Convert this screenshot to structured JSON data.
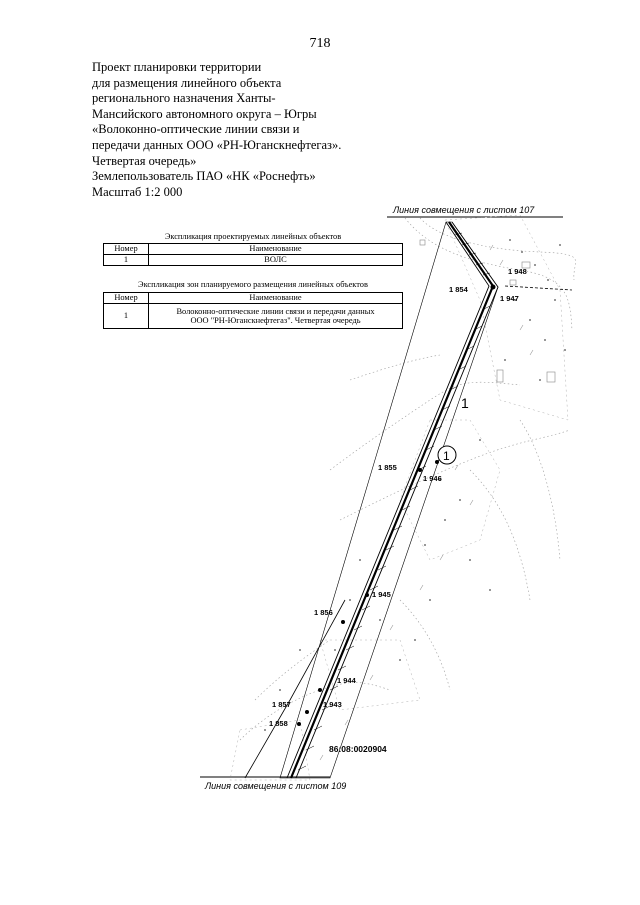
{
  "page_number": "718",
  "header": {
    "lines": [
      "Проект планировки территории",
      "для размещения линейного объекта",
      "регионального назначения Ханты-",
      "Мансийского автономного округа – Югры",
      "«Волоконно-оптические линии связи и",
      "передачи данных ООО «РН-Юганскнефтегаз».",
      "Четвертая очередь»",
      "Землепользователь ПАО «НК «Роснефть»",
      "Масштаб 1:2 000"
    ]
  },
  "map": {
    "top_line_label": "Линия совмещения с листом 107",
    "bottom_line_label": "Линия совмещения с листом 109",
    "cadastral_number": "86:08:0020904",
    "zone_number": "1",
    "object_number": "1",
    "point_labels": [
      "1 948",
      "1 854",
      "1 947",
      "1 855",
      "1 946",
      "1 945",
      "1 856",
      "1 944",
      "1 857",
      "1 943",
      "1 858"
    ]
  },
  "table1": {
    "title": "Экспликация проектируемых линейных объектов",
    "headers": [
      "Номер",
      "Наименование"
    ],
    "rows": [
      [
        "1",
        "ВОЛС"
      ]
    ]
  },
  "table2": {
    "title": "Экспликация зон планируемого размещения линейных объектов",
    "headers": [
      "Номер",
      "Наименование"
    ],
    "rows": [
      [
        "1",
        "Волоконно-оптические линии связи и передачи данных",
        "ООО \"РН-Юганскнефтегаз\". Четвертая очередь"
      ]
    ]
  }
}
